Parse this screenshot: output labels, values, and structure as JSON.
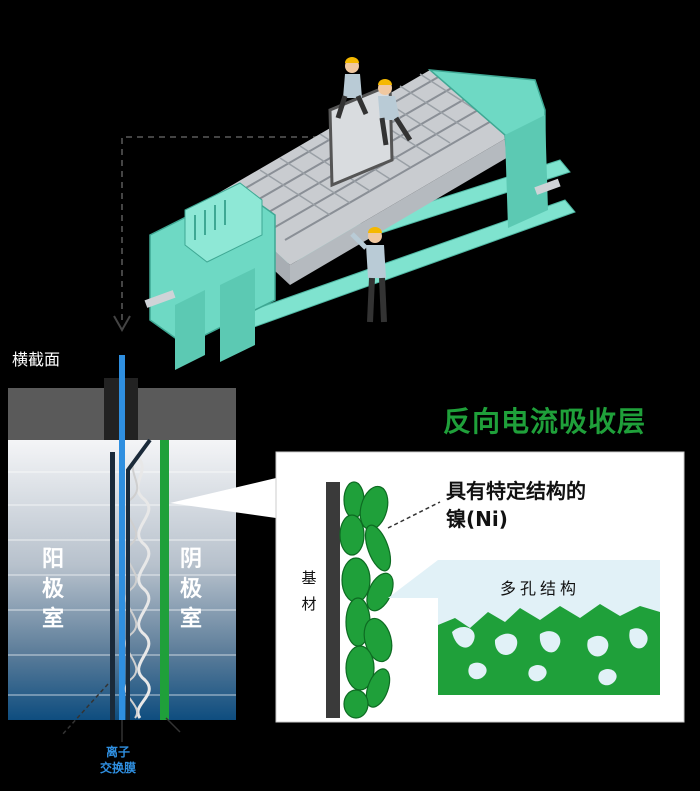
{
  "labels": {
    "cross_section": "横截面",
    "reverse_current_layer": "反向电流吸收层",
    "anode_chamber": "阳极室",
    "cathode_chamber": "阴极室",
    "membrane_line1": "离子",
    "membrane_line2": "交换膜",
    "nickel_line1": "具有特定结构的",
    "nickel_line2": "镍(Ni)",
    "substrate": "基材",
    "porous_structure": "多孔结构"
  },
  "colors": {
    "equipment_teal": "#6ed9c4",
    "membrane_blue": "#2f8fe0",
    "nickel_green": "#1fa03a",
    "heading_green": "#1fa03a"
  },
  "icons": [
    "worker-figure",
    "dashed-arrow"
  ]
}
